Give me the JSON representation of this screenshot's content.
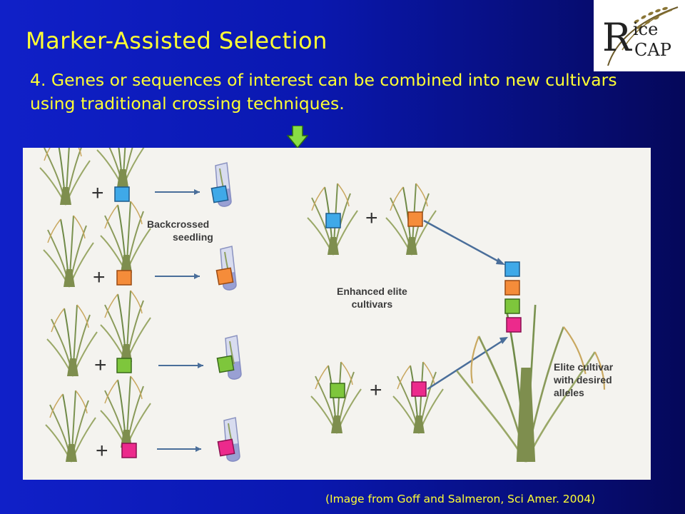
{
  "slide": {
    "title": "Marker-Assisted Selection",
    "subtitle": "4.  Genes or sequences of interest can be combined into new cultivars using traditional crossing techniques.",
    "credit": "(Image from Goff and Salmeron, Sci Amer. 2004)"
  },
  "logo": {
    "r": "R",
    "ice": "ice",
    "cap": "CAP"
  },
  "figure": {
    "backcross_label_line1": "Backcrossed",
    "backcross_label_line2": "seedling",
    "enhanced_label_line1": "Enhanced elite",
    "enhanced_label_line2": "cultivars",
    "elite_label_line1": "Elite cultivar",
    "elite_label_line2": "with desired",
    "elite_label_line3": "alleles",
    "plus_symbol": "+"
  },
  "colors": {
    "blue": "#3fa9e8",
    "orange": "#f58c3a",
    "green": "#7ec63c",
    "magenta": "#ec2a8c",
    "title_yellow": "#ffff33"
  }
}
